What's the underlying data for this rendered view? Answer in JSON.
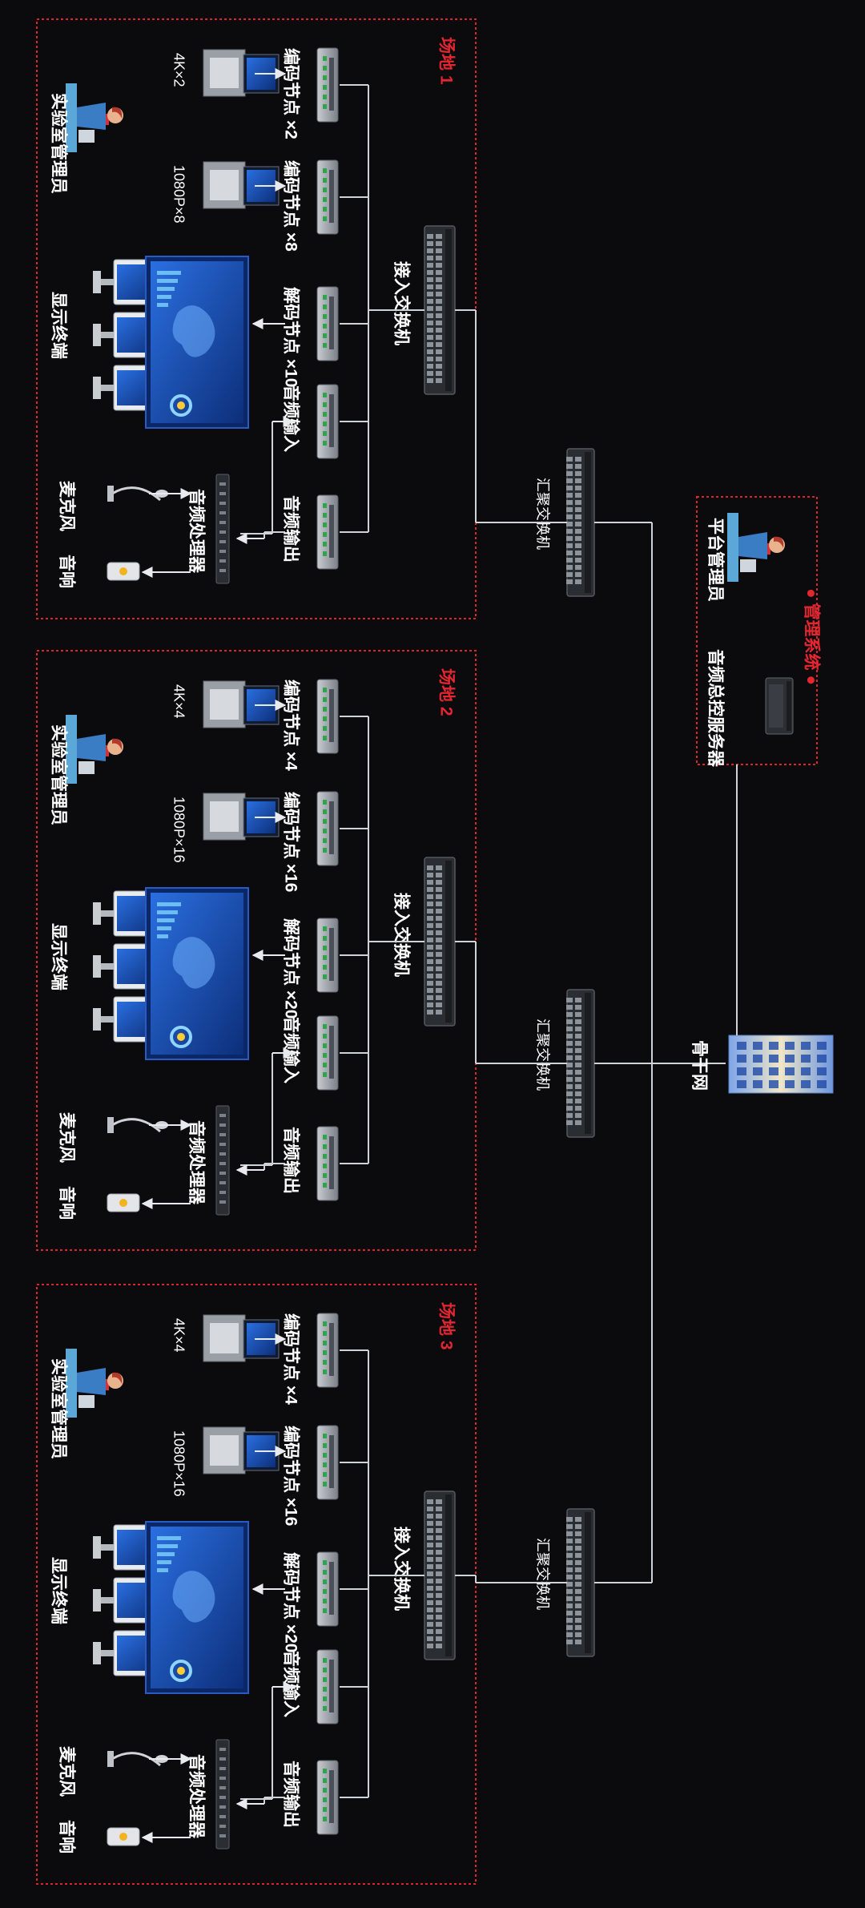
{
  "sites": [
    {
      "title": "场地 1",
      "cams": [
        {
          "src": "4K×2",
          "enc": "编码节点 ×2"
        },
        {
          "src": "1080P×8",
          "enc": "编码节点 ×8"
        }
      ],
      "dec": "解码节点 ×10",
      "display": "显示终端",
      "admin": "实验室管理员",
      "access": "接入交换机",
      "audio_in": "音频输入",
      "audio_out": "音频输出",
      "processor": "音频处理器",
      "mic": "麦克风",
      "speaker": "音响",
      "aggregation": "汇聚交换机"
    },
    {
      "title": "场地 2",
      "cams": [
        {
          "src": "4K×4",
          "enc": "编码节点 ×4"
        },
        {
          "src": "1080P×16",
          "enc": "编码节点 ×16"
        }
      ],
      "dec": "解码节点 ×20",
      "display": "显示终端",
      "admin": "实验室管理员",
      "access": "接入交换机",
      "audio_in": "音频输入",
      "audio_out": "音频输出",
      "processor": "音频处理器",
      "mic": "麦克风",
      "speaker": "音响",
      "aggregation": "汇聚交换机"
    },
    {
      "title": "场地 3",
      "cams": [
        {
          "src": "4K×4",
          "enc": "编码节点 ×4"
        },
        {
          "src": "1080P×16",
          "enc": "编码节点 ×16"
        }
      ],
      "dec": "解码节点 ×20",
      "display": "显示终端",
      "admin": "实验室管理员",
      "access": "接入交换机",
      "audio_in": "音频输入",
      "audio_out": "音频输出",
      "processor": "音频处理器",
      "mic": "麦克风",
      "speaker": "音响",
      "aggregation": "汇聚交换机"
    }
  ],
  "management": {
    "title": "● 管理系统 ●",
    "platform_admin": "平台管理员",
    "server": "音频总控服务器"
  },
  "backbone": "骨干网",
  "colors": {
    "accent": "#e3262f",
    "background": "#0b0b0d",
    "line": "#cfd3d8",
    "screen": "#1c4fb5"
  }
}
